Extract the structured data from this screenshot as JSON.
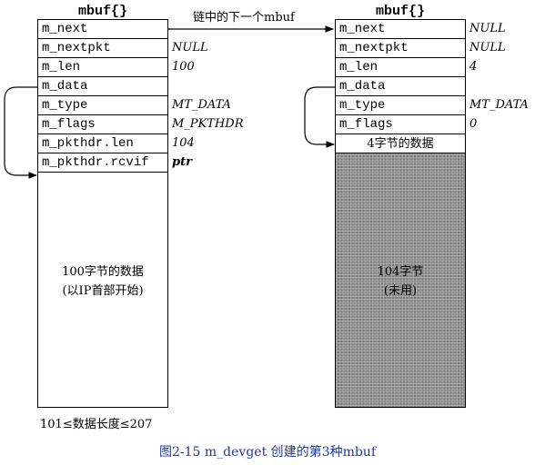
{
  "left_mbuf": {
    "title": "mbuf{}",
    "fields": [
      {
        "name": "m_next",
        "value": ""
      },
      {
        "name": "m_nextpkt",
        "value": "NULL"
      },
      {
        "name": "m_len",
        "value": "100"
      },
      {
        "name": "m_data",
        "value": ""
      },
      {
        "name": "m_type",
        "value": "MT_DATA"
      },
      {
        "name": "m_flags",
        "value": "M_PKTHDR"
      },
      {
        "name": "m_pkthdr.len",
        "value": "104"
      },
      {
        "name": "m_pkthdr.rcvif",
        "value": "ptr"
      }
    ],
    "data_line1": "100字节的数据",
    "data_line2": "(以IP首部开始)",
    "length_label": "101≤数据长度≤207"
  },
  "right_mbuf": {
    "title": "mbuf{}",
    "fields": [
      {
        "name": "m_next",
        "value": "NULL"
      },
      {
        "name": "m_nextpkt",
        "value": "NULL"
      },
      {
        "name": "m_len",
        "value": "4"
      },
      {
        "name": "m_data",
        "value": ""
      },
      {
        "name": "m_type",
        "value": "MT_DATA"
      },
      {
        "name": "m_flags",
        "value": "0"
      }
    ],
    "data_label": "4字节的数据",
    "unused_line1": "104字节",
    "unused_line2": "(未用)"
  },
  "arrow_label": "链中的下一个mbuf",
  "caption": "图2-15   m_devget  创建的第3种mbuf"
}
